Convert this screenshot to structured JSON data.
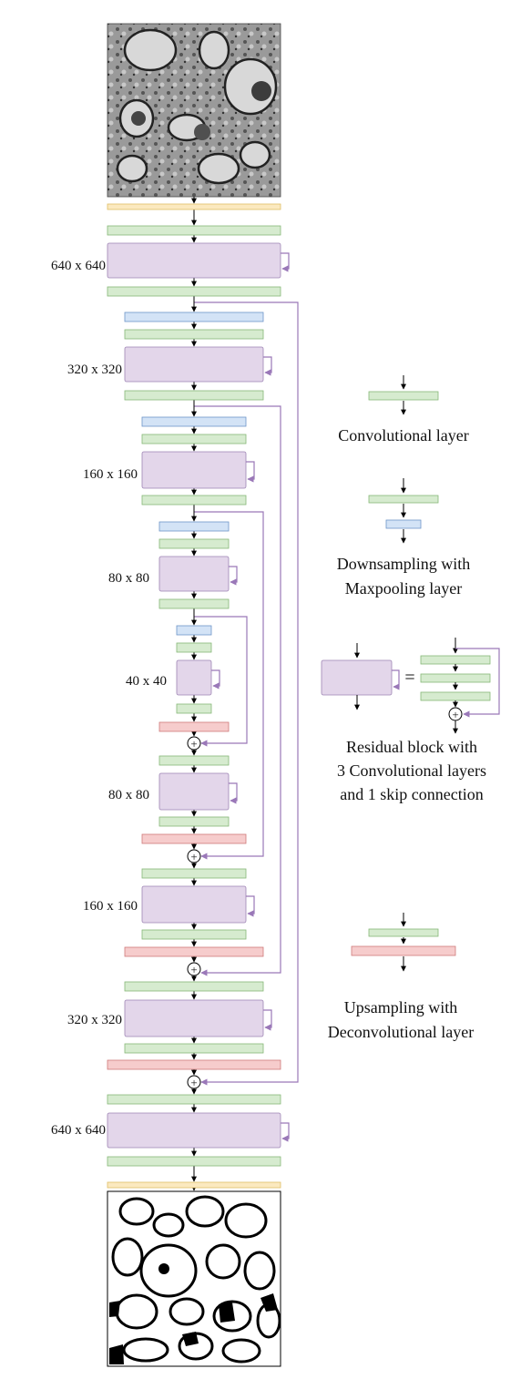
{
  "diagram": {
    "colors": {
      "conv": "#d6ebcf",
      "conv_stroke": "#86b877",
      "pool": "#d3e3f6",
      "pool_stroke": "#6e95c8",
      "res": "#e3d6ea",
      "res_stroke": "#9d84b4",
      "up": "#f6cccc",
      "up_stroke": "#cf7a7a",
      "io": "#fbe9bf",
      "io_stroke": "#e0bf66",
      "skip": "#9a78b8",
      "arrow": "#000000"
    },
    "images": {
      "input": "electron-microscopy-input-image",
      "output": "segmentation-output-mask"
    },
    "size_labels": {
      "enc_640": "640 x 640",
      "enc_320": "320 x 320",
      "enc_160": "160 x 160",
      "enc_80": "80 x 80",
      "mid_40": "40 x 40",
      "dec_80": "80 x 80",
      "dec_160": "160 x 160",
      "dec_320": "320 x 320",
      "dec_640": "640 x 640"
    },
    "legend": {
      "conv": "Convolutional layer",
      "pool_line1": "Downsampling with",
      "pool_line2": "Maxpooling layer",
      "res_equals": "=",
      "res_line1": "Residual block with",
      "res_line2": "3 Convolutional layers",
      "res_line3": "and 1 skip connection",
      "up_line1": "Upsampling with",
      "up_line2": "Deconvolutional layer"
    },
    "plus_symbol": "+"
  }
}
